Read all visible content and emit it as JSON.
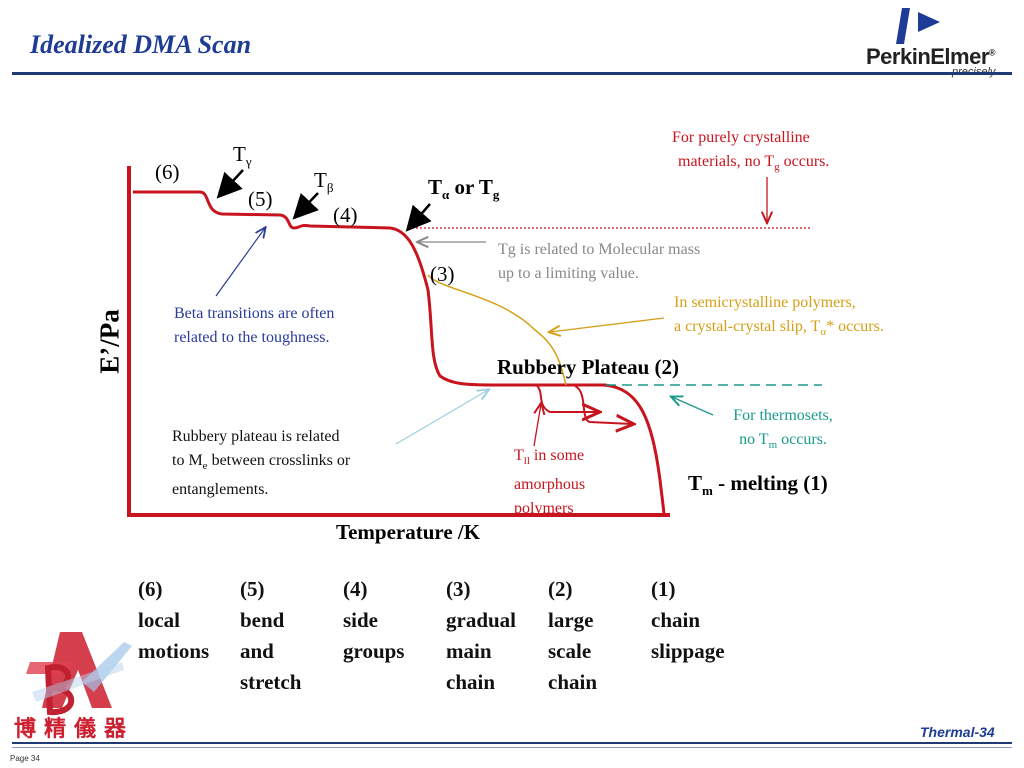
{
  "title": "Idealized DMA Scan",
  "logo": {
    "name": "PerkinElmer",
    "tagline": "precisely."
  },
  "axes": {
    "ylabel": "E’/Pa",
    "xlabel": "Temperature /K"
  },
  "curve_labels": {
    "region6": "(6)",
    "region5": "(5)",
    "region4": "(4)",
    "region3": "(3)",
    "t_gamma": "T",
    "gamma_sub": "γ",
    "t_beta": "T",
    "beta_sub": "β",
    "t_alpha": "T",
    "alpha_sub": "α",
    "or_tg": "or T",
    "g_sub": "g",
    "rubbery": "Rubbery Plateau (2)",
    "tm_t": "T",
    "tm_sub": "m",
    "tm_rest": "- melting (1)"
  },
  "annotations": {
    "crystal_1": "For purely crystalline",
    "crystal_2a": "materials,  no T",
    "crystal_2sub": "g",
    "crystal_2b": " occurs.",
    "tg_1": "Tg is related to Molecular mass",
    "tg_2": "up to a limiting value.",
    "semi_1": "In semicrystalline polymers,",
    "semi_2a": "a crystal-crystal slip, T",
    "semi_2sub": "α",
    "semi_2b": "* occurs.",
    "beta_1": "Beta transitions are often",
    "beta_2": "related to the toughness.",
    "thermo_1": "For thermosets,",
    "thermo_2a": "no T",
    "thermo_2sub": "m",
    "thermo_2b": " occurs.",
    "rubber_1": "Rubbery plateau is related",
    "rubber_2a": "to M",
    "rubber_2sub": "e",
    "rubber_2b": " between crosslinks or",
    "rubber_3": "entanglements.",
    "tll_a": "T",
    "tll_sub": "ll",
    "tll_b": "  in some",
    "tll_2": "amorphous",
    "tll_3": "polymers"
  },
  "stages": [
    {
      "num": "(6)",
      "lines": [
        "local",
        "motions"
      ]
    },
    {
      "num": "(5)",
      "lines": [
        "bend",
        "and",
        "stretch"
      ]
    },
    {
      "num": "(4)",
      "lines": [
        "side",
        "groups"
      ]
    },
    {
      "num": "(3)",
      "lines": [
        "gradual",
        "main",
        "chain"
      ]
    },
    {
      "num": "(2)",
      "lines": [
        "large",
        "scale",
        "chain"
      ]
    },
    {
      "num": "(1)",
      "lines": [
        "chain",
        "slippage"
      ]
    }
  ],
  "footer": {
    "slide": "Thermal-34",
    "page": "Page 34",
    "company_cn": "博精儀器"
  },
  "colors": {
    "curve": "#c8141e",
    "navy": "#1e3c96",
    "olive": "#d4a017",
    "teal": "#1a9a8c",
    "gray": "#888888"
  }
}
